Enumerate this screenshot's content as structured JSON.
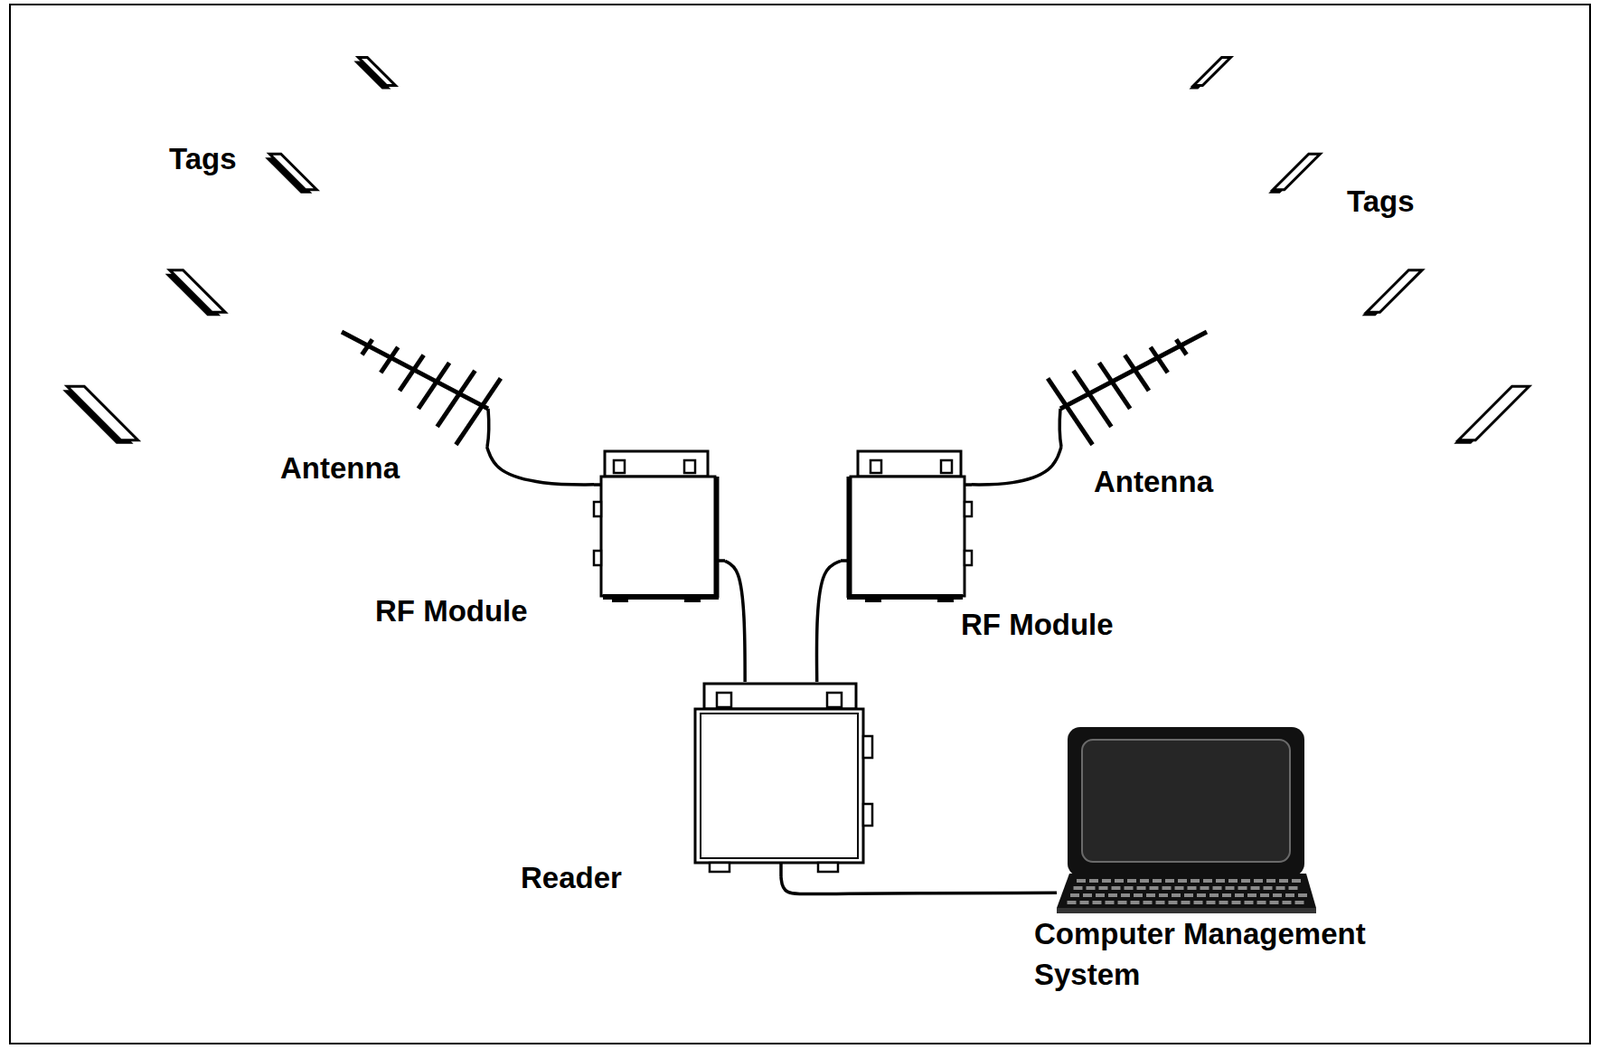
{
  "diagram": {
    "nodes": [
      {
        "text": [
          "Antenna"
        ]
      },
      {
        "text": [
          "Antenna"
        ]
      },
      {
        "text": [
          "RF Module"
        ]
      },
      {
        "text": [
          "RF Module"
        ]
      },
      {
        "text": [
          "Reader"
        ]
      },
      {
        "text": [
          "Computer Management System"
        ]
      }
    ],
    "edges": [
      {
        "from": 0,
        "to": 2,
        "arrow": "none"
      },
      {
        "from": 1,
        "to": 3,
        "arrow": "none"
      },
      {
        "from": 2,
        "to": 4,
        "arrow": "none"
      },
      {
        "from": 3,
        "to": 4,
        "arrow": "none"
      },
      {
        "from": 4,
        "to": 5,
        "arrow": "none"
      }
    ],
    "labels": [
      "Tags",
      "Tags"
    ]
  }
}
